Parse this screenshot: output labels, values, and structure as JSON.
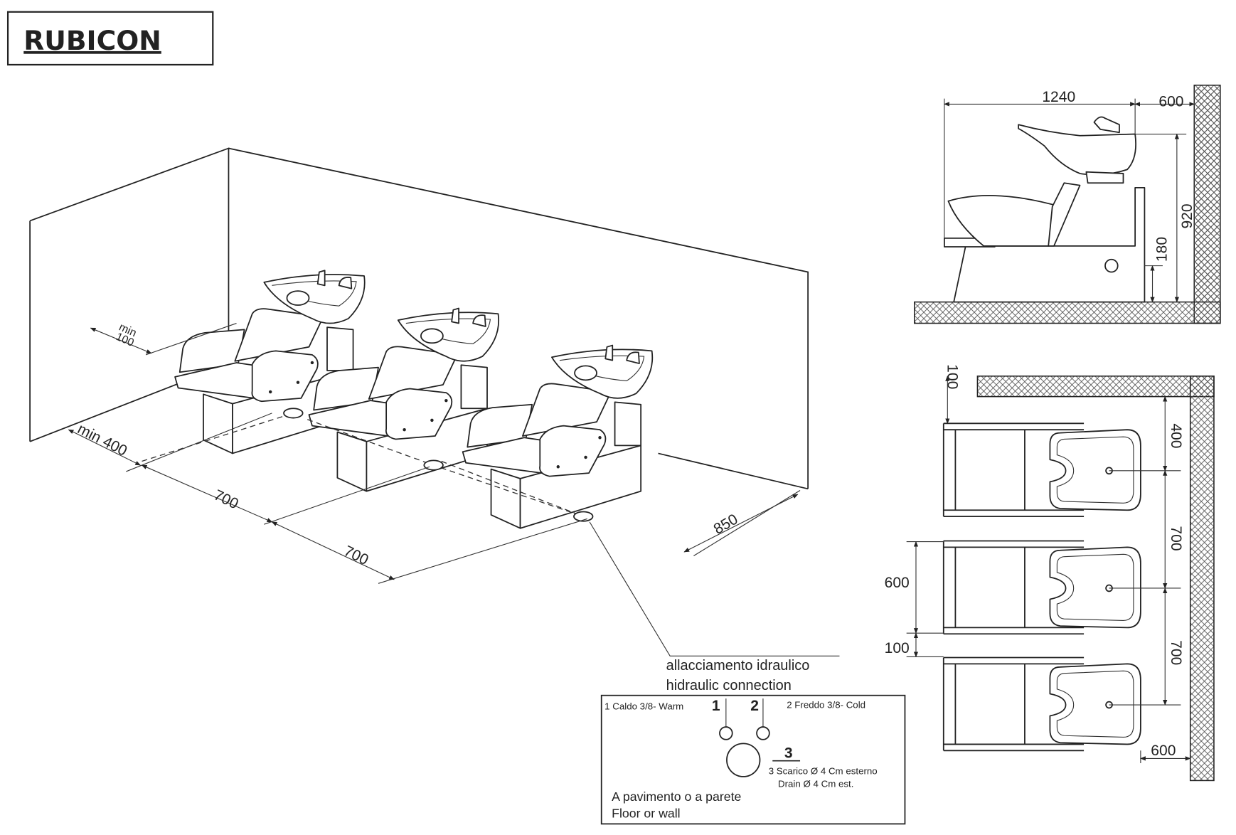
{
  "title": "RUBICON",
  "perspective": {
    "dims": {
      "min100_a": "min",
      "min100_b": "100",
      "min400": "min 400",
      "d700_1": "700",
      "d700_2": "700",
      "d850": "850"
    }
  },
  "hydraulic": {
    "label_it": "allacciamento idraulico",
    "label_en": "hidraulic connection",
    "warm": "1 Caldo 3/8- Warm",
    "cold": "2 Freddo 3/8- Cold",
    "n1": "1",
    "n2": "2",
    "n3": "3",
    "drain_it": "3 Scarico Ø 4 Cm esterno",
    "drain_en": "Drain  Ø 4 Cm est.",
    "mount_it": "A pavimento o a parete",
    "mount_en": "Floor or wall"
  },
  "side_view": {
    "length": "1240",
    "wall_gap": "600",
    "height": "920",
    "drain_height": "180"
  },
  "top_view": {
    "top_gap": "100",
    "first_axis": "400",
    "spacing_1": "700",
    "spacing_2": "700",
    "unit_width": "600",
    "unit_gap": "100",
    "basin_to_wall": "600"
  }
}
